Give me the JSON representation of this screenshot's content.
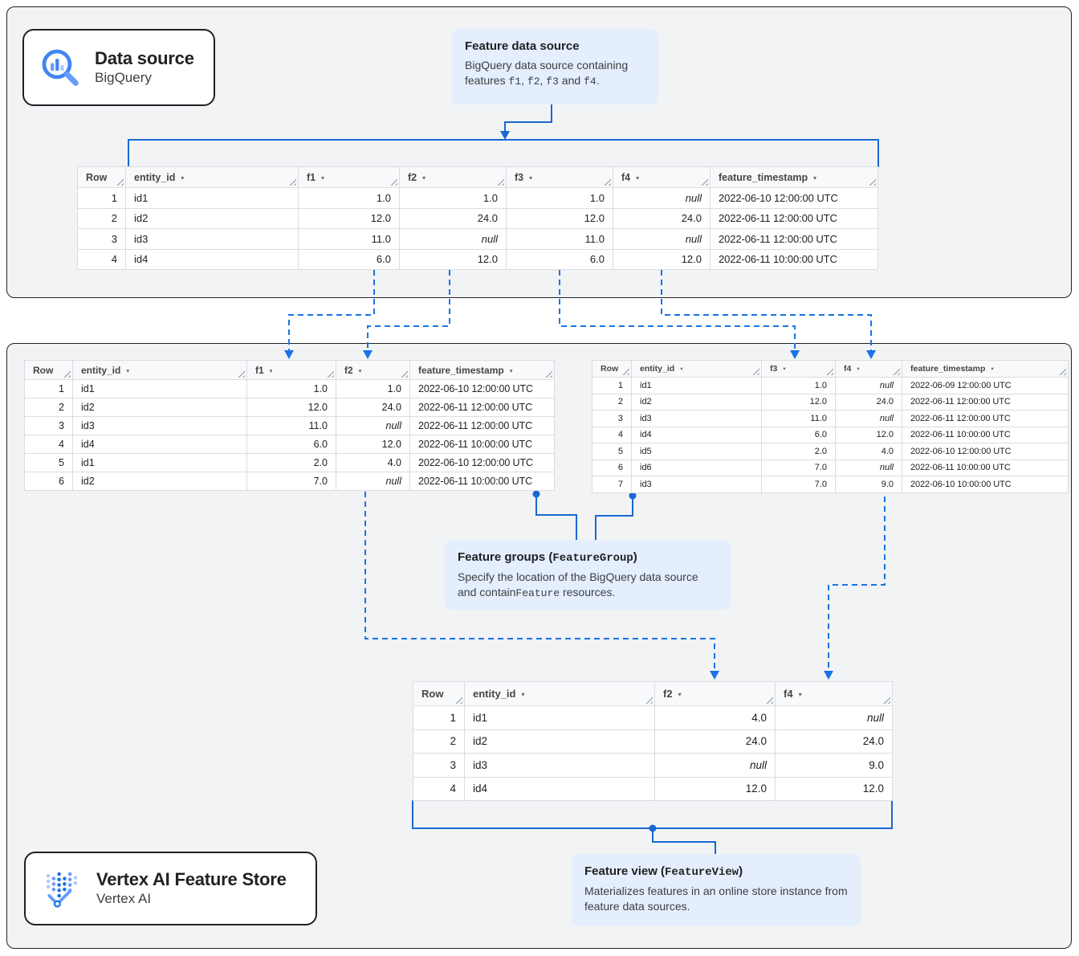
{
  "colors": {
    "solid_line": "#1967d2",
    "dashed_line": "#1a73e8",
    "callout_bg": "#e4eefd",
    "region_bg": "#f1f3f4",
    "table_border": "#dadce0",
    "header_bg": "#f8f9fa",
    "null_text": "#80868b"
  },
  "icons": {
    "sort_arrow": "▾",
    "bigquery_search": "magnifying-glass-with-bar-chart",
    "vertex_ai": "dot-columns-with-check"
  },
  "cards": {
    "data_source": {
      "title": "Data source",
      "subtitle": "BigQuery"
    },
    "feature_store": {
      "title": "Vertex AI Feature Store",
      "subtitle": "Vertex AI"
    }
  },
  "callouts": {
    "feature_data_source": {
      "title_parts": [
        {
          "t": "Feature data source"
        }
      ],
      "body_parts": [
        {
          "t": "BigQuery data source containing features "
        },
        {
          "t": "f1",
          "mono": true
        },
        {
          "t": ", "
        },
        {
          "t": "f2",
          "mono": true
        },
        {
          "t": ", "
        },
        {
          "t": "f3",
          "mono": true
        },
        {
          "t": " and "
        },
        {
          "t": "f4",
          "mono": true
        },
        {
          "t": "."
        }
      ]
    },
    "feature_groups": {
      "title_parts": [
        {
          "t": "Feature groups ("
        },
        {
          "t": "FeatureGroup",
          "mono": true
        },
        {
          "t": ")"
        }
      ],
      "body_parts": [
        {
          "t": "Specify the location of the BigQuery data source and contain"
        },
        {
          "t": "Feature",
          "mono": true
        },
        {
          "t": " resources."
        }
      ]
    },
    "feature_view": {
      "title_parts": [
        {
          "t": "Feature view ("
        },
        {
          "t": "FeatureView",
          "mono": true
        },
        {
          "t": ")"
        }
      ],
      "body_parts": [
        {
          "t": "Materializes features in an online store instance from feature data sources."
        }
      ]
    }
  },
  "tables": {
    "source": {
      "columns": [
        {
          "label": "Row",
          "align": "right",
          "sort": false
        },
        {
          "label": "entity_id",
          "align": "left",
          "sort": true
        },
        {
          "label": "f1",
          "align": "right",
          "sort": true
        },
        {
          "label": "f2",
          "align": "right",
          "sort": true
        },
        {
          "label": "f3",
          "align": "right",
          "sort": true
        },
        {
          "label": "f4",
          "align": "right",
          "sort": true
        },
        {
          "label": "feature_timestamp",
          "align": "left",
          "sort": true,
          "strong": true
        }
      ],
      "rows": [
        [
          "1",
          "id1",
          "1.0",
          "1.0",
          "1.0",
          "null",
          "2022-06-10 12:00:00 UTC"
        ],
        [
          "2",
          "id2",
          "12.0",
          "24.0",
          "12.0",
          "24.0",
          "2022-06-11 12:00:00 UTC"
        ],
        [
          "3",
          "id3",
          "11.0",
          "null",
          "11.0",
          "null",
          "2022-06-11 12:00:00 UTC"
        ],
        [
          "4",
          "id4",
          "6.0",
          "12.0",
          "6.0",
          "12.0",
          "2022-06-11 10:00:00 UTC"
        ]
      ]
    },
    "group_f1_f2": {
      "columns": [
        {
          "label": "Row",
          "align": "right",
          "sort": false
        },
        {
          "label": "entity_id",
          "align": "left",
          "sort": true
        },
        {
          "label": "f1",
          "align": "right",
          "sort": true
        },
        {
          "label": "f2",
          "align": "right",
          "sort": true
        },
        {
          "label": "feature_timestamp",
          "align": "left",
          "sort": true,
          "strong": true
        }
      ],
      "rows": [
        [
          "1",
          "id1",
          "1.0",
          "1.0",
          "2022-06-10 12:00:00 UTC"
        ],
        [
          "2",
          "id2",
          "12.0",
          "24.0",
          "2022-06-11 12:00:00 UTC"
        ],
        [
          "3",
          "id3",
          "11.0",
          "null",
          "2022-06-11 12:00:00 UTC"
        ],
        [
          "4",
          "id4",
          "6.0",
          "12.0",
          "2022-06-11 10:00:00 UTC"
        ],
        [
          "5",
          "id1",
          "2.0",
          "4.0",
          "2022-06-10 12:00:00 UTC"
        ],
        [
          "6",
          "id2",
          "7.0",
          "null",
          "2022-06-11 10:00:00 UTC"
        ]
      ]
    },
    "group_f3_f4": {
      "columns": [
        {
          "label": "Row",
          "align": "right",
          "sort": false
        },
        {
          "label": "entity_id",
          "align": "left",
          "sort": true
        },
        {
          "label": "f3",
          "align": "right",
          "sort": true
        },
        {
          "label": "f4",
          "align": "right",
          "sort": true
        },
        {
          "label": "feature_timestamp",
          "align": "left",
          "sort": true,
          "strong": true
        }
      ],
      "rows": [
        [
          "1",
          "id1",
          "1.0",
          "null",
          "2022-06-09 12:00:00 UTC"
        ],
        [
          "2",
          "id2",
          "12.0",
          "24.0",
          "2022-06-11 12:00:00 UTC"
        ],
        [
          "3",
          "id3",
          "11.0",
          "null",
          "2022-06-11 12:00:00 UTC"
        ],
        [
          "4",
          "id4",
          "6.0",
          "12.0",
          "2022-06-11 10:00:00 UTC"
        ],
        [
          "5",
          "id5",
          "2.0",
          "4.0",
          "2022-06-10 12:00:00 UTC"
        ],
        [
          "6",
          "id6",
          "7.0",
          "null",
          "2022-06-11 10:00:00 UTC"
        ],
        [
          "7",
          "id3",
          "7.0",
          "9.0",
          "2022-06-10 10:00:00 UTC"
        ]
      ]
    },
    "feature_view": {
      "columns": [
        {
          "label": "Row",
          "align": "right",
          "sort": false
        },
        {
          "label": "entity_id",
          "align": "left",
          "sort": true
        },
        {
          "label": "f2",
          "align": "right",
          "sort": true
        },
        {
          "label": "f4",
          "align": "right",
          "sort": true
        }
      ],
      "rows": [
        [
          "1",
          "id1",
          "4.0",
          "null"
        ],
        [
          "2",
          "id2",
          "24.0",
          "24.0"
        ],
        [
          "3",
          "id3",
          "null",
          "9.0"
        ],
        [
          "4",
          "id4",
          "12.0",
          "12.0"
        ]
      ]
    }
  }
}
